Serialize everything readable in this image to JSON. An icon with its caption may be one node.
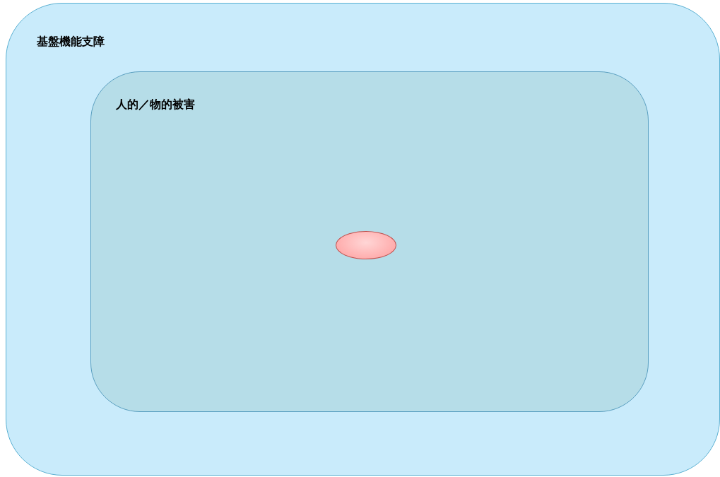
{
  "diagram": {
    "nodes": [
      {
        "text": [
          "基盤機能支障"
        ]
      },
      {
        "text": [
          "人的／物的被害"
        ],
        "in": 0
      },
      {
        "text": [],
        "shape": "ellipse",
        "in": 1
      }
    ]
  }
}
